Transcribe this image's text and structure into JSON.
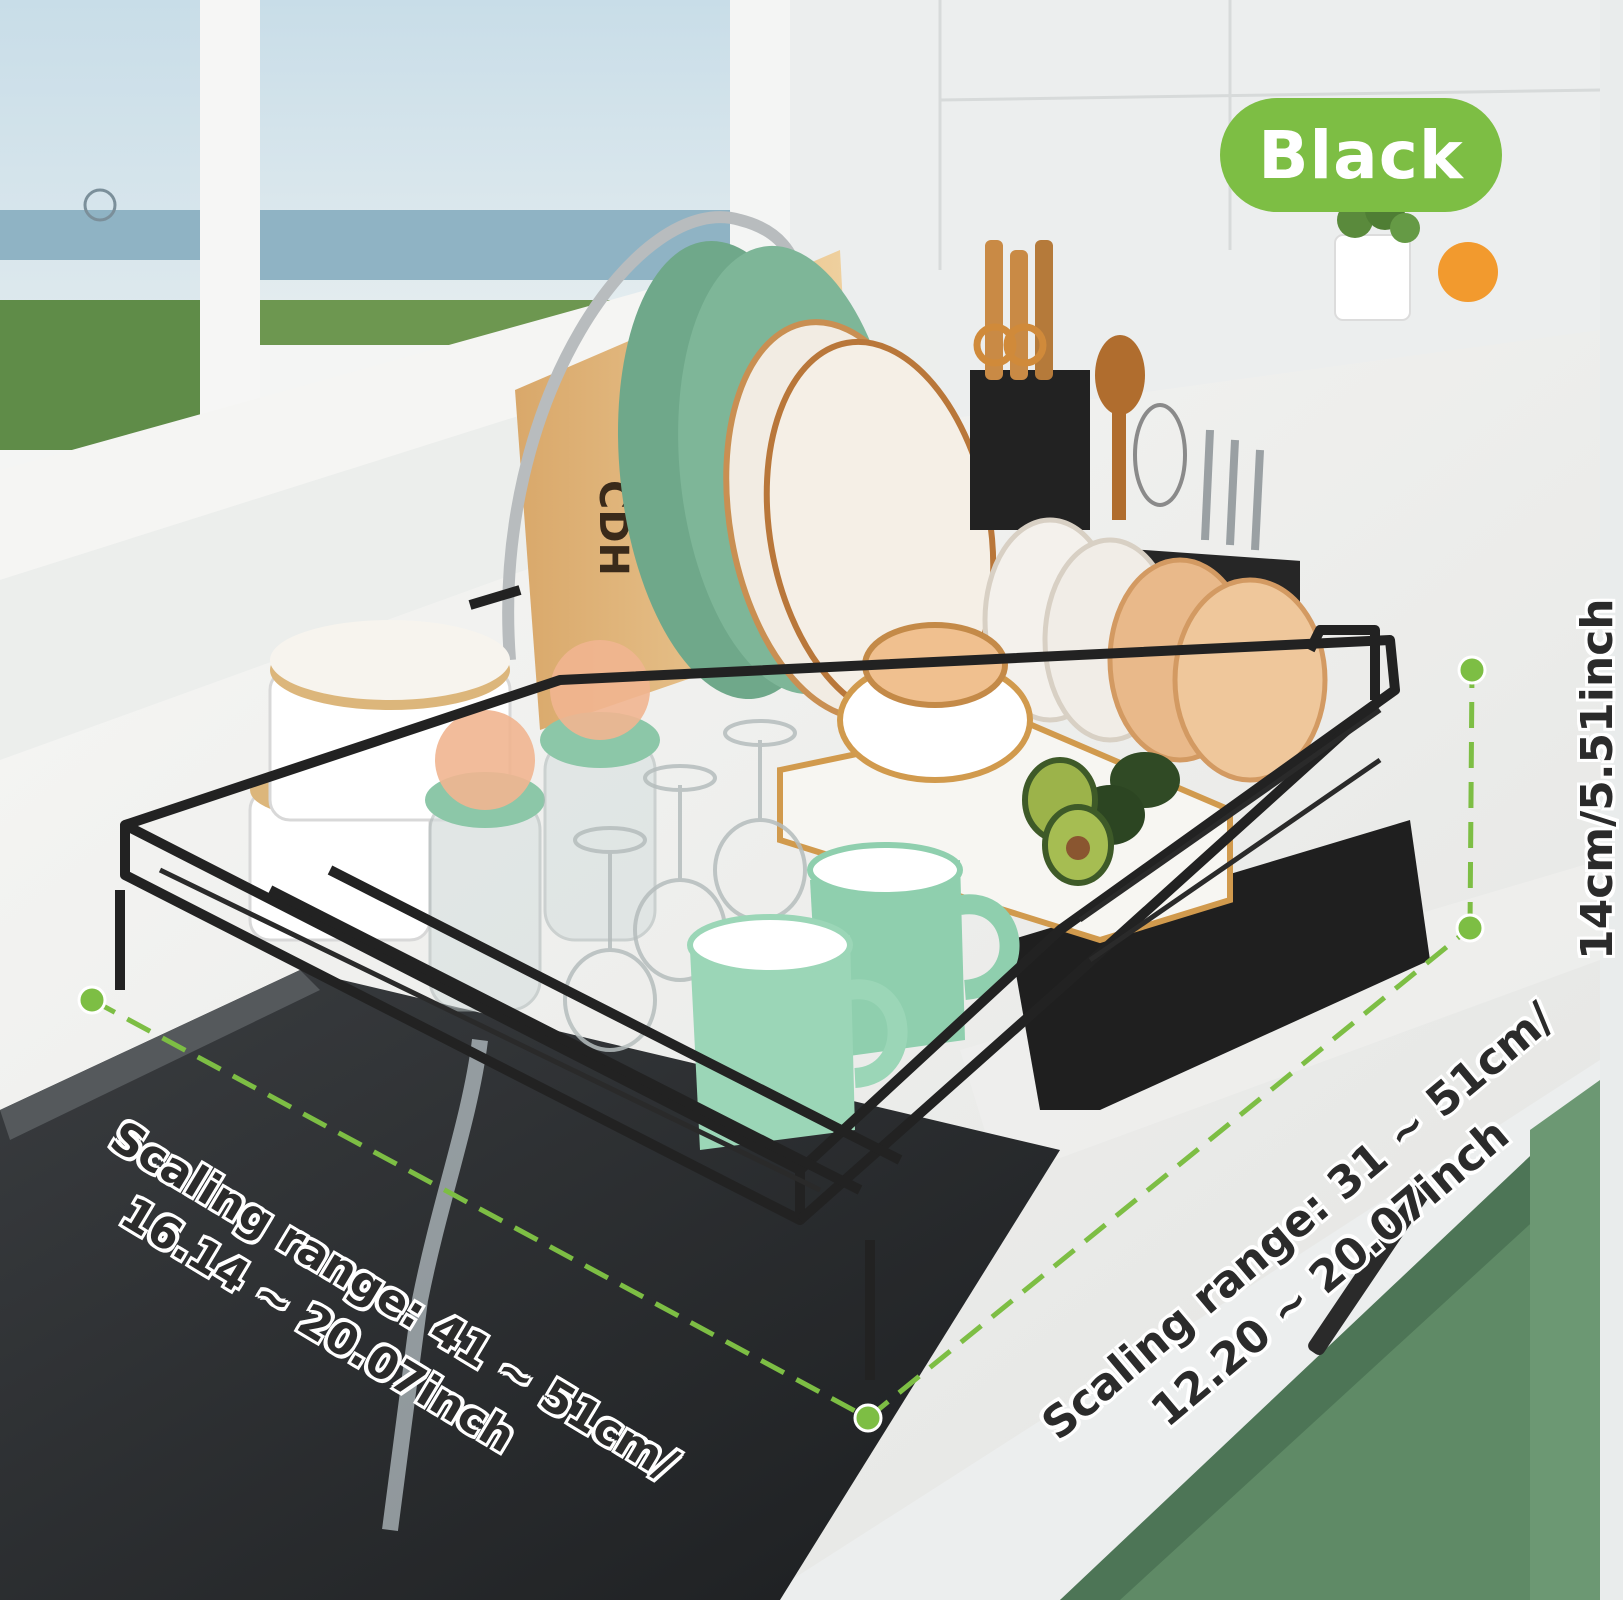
{
  "badge": {
    "label": "Black"
  },
  "dimensions": {
    "width": {
      "line1": "Scaling range:   41 ~ 51cm/",
      "line2": "16.14 ~ 20.07inch"
    },
    "depth": {
      "line1": "Scaling range:   31 ~ 51cm/",
      "line2": "12.20 ~ 20.07inch"
    },
    "height": {
      "label": "14cm/5.51inch"
    }
  },
  "colors": {
    "accent_green": "#7dbe44",
    "rack_black": "#222222",
    "cabinet_green": "#5f8a66",
    "plate_green": "#6fa88a",
    "countertop": "#f3f3f1"
  },
  "icons": [
    "measure-dot",
    "dashed-dimension-line"
  ]
}
